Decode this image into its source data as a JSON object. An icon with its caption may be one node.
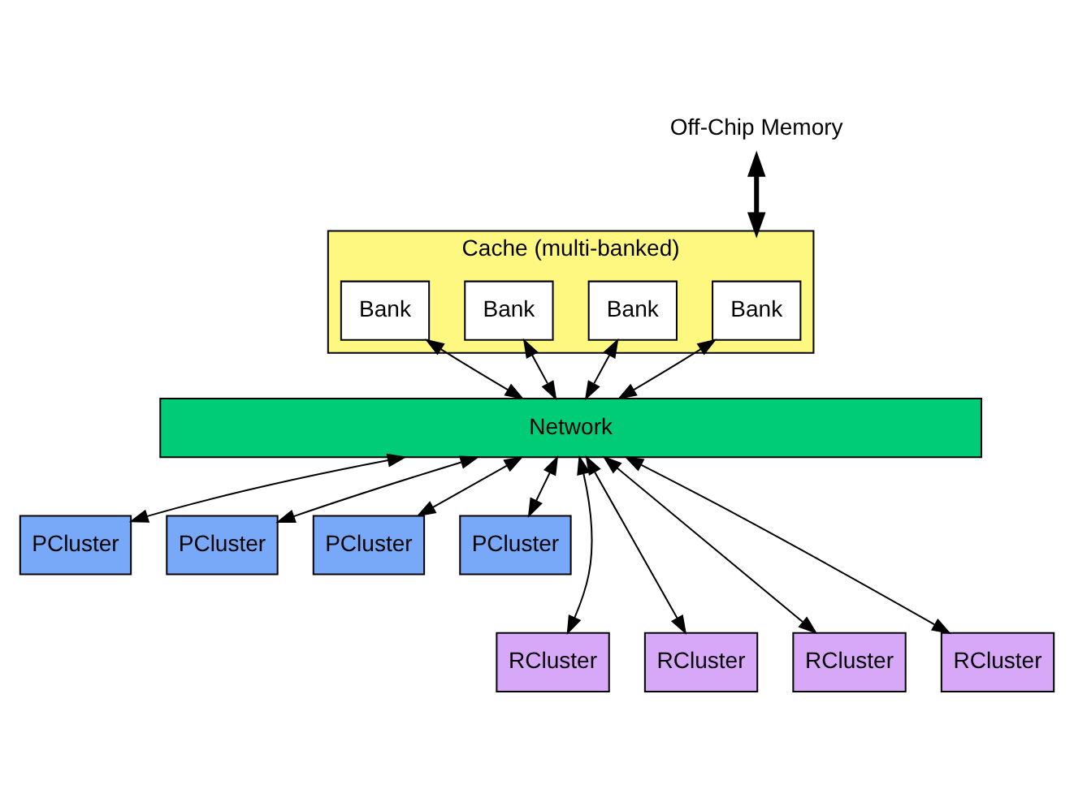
{
  "diagram": {
    "nodes": [
      {
        "text": [
          "Off-Chip Memory"
        ]
      },
      {
        "text": [
          "Cache (multi-banked)"
        ]
      },
      {
        "text": [
          "Bank"
        ],
        "in": 1
      },
      {
        "text": [
          "Bank"
        ],
        "in": 1
      },
      {
        "text": [
          "Bank"
        ],
        "in": 1
      },
      {
        "text": [
          "Bank"
        ],
        "in": 1
      },
      {
        "text": [
          "Network"
        ]
      },
      {
        "text": [
          "PCluster"
        ]
      },
      {
        "text": [
          "PCluster"
        ]
      },
      {
        "text": [
          "PCluster"
        ]
      },
      {
        "text": [
          "PCluster"
        ]
      },
      {
        "text": [
          "RCluster"
        ]
      },
      {
        "text": [
          "RCluster"
        ]
      },
      {
        "text": [
          "RCluster"
        ]
      },
      {
        "text": [
          "RCluster"
        ]
      }
    ],
    "edges": [
      {
        "from": 0,
        "to": 1,
        "arrow": "both",
        "style": "thick"
      },
      {
        "from": 2,
        "to": 6,
        "arrow": "both"
      },
      {
        "from": 3,
        "to": 6,
        "arrow": "both"
      },
      {
        "from": 4,
        "to": 6,
        "arrow": "both"
      },
      {
        "from": 5,
        "to": 6,
        "arrow": "both"
      },
      {
        "from": 6,
        "to": 7,
        "arrow": "both"
      },
      {
        "from": 6,
        "to": 11,
        "arrow": "both"
      },
      {
        "from": 6,
        "to": 8,
        "arrow": "both"
      },
      {
        "from": 6,
        "to": 12,
        "arrow": "both"
      },
      {
        "from": 6,
        "to": 9,
        "arrow": "both"
      },
      {
        "from": 6,
        "to": 13,
        "arrow": "both"
      },
      {
        "from": 6,
        "to": 10,
        "arrow": "both"
      },
      {
        "from": 6,
        "to": 14,
        "arrow": "both"
      }
    ]
  }
}
